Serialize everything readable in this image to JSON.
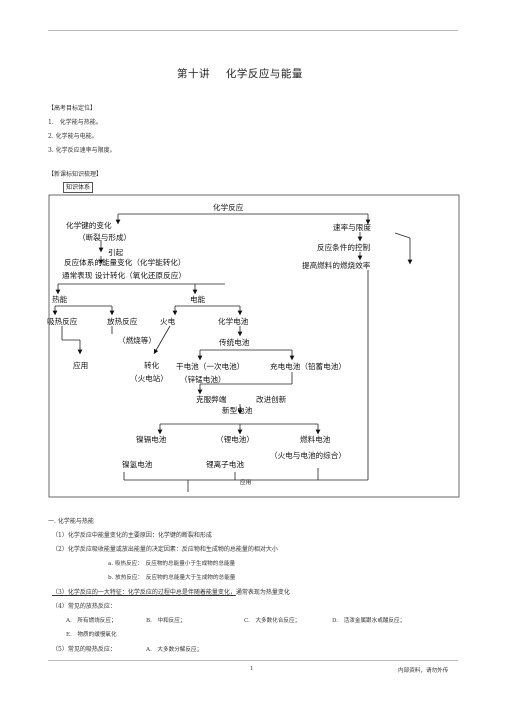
{
  "header": {
    "title_part1": "第十讲",
    "title_part2": "化学反应与能量"
  },
  "objectives": {
    "heading": "【高考目标定位】",
    "items": [
      "1.　化学能与热能。",
      "2. 化学能与电能。",
      "3. 化学反应速率与限度。"
    ]
  },
  "knowledge": {
    "heading": "【新课标知识梳理】",
    "box_label": "知识体系"
  },
  "diagram": {
    "top": "化学反应",
    "bond": "化学键的变化",
    "bond_paren": "（断裂与形成）",
    "cause": "引起",
    "energy_change": "反应体系的能量变化（化学能转化）",
    "normal": "通常表现 设计转化（氧化还原反应）",
    "rate": "速率与限度",
    "control": "反应条件的控制",
    "efficiency": "提高燃料的燃烧效率",
    "heat": "热能",
    "electric": "电能",
    "endo": "吸热反应",
    "exo": "放热反应",
    "fire": "火电",
    "chem_battery": "化学电池",
    "combustion": "（燃烧等）",
    "traditional": "传统电池",
    "application": "应用",
    "convert": "转化",
    "thermal_plant": "（火电站）",
    "dry_cell": "干电池（一次电池）",
    "zn_mn": "（锌锰电池）",
    "recharge": "充电电池（铅蓄电池）",
    "overcome": "克服弊端",
    "innovate": "改进创新",
    "new_battery": "新型电池",
    "ni_cd": "镍镉电池",
    "li": "（锂电池）",
    "fuel": "燃料电池",
    "ni_h": "镍氢电池",
    "li_ion": "锂离子电池",
    "fire_battery": "（火电与电池的综合）",
    "use": "应用"
  },
  "section1": {
    "heading": "一. 化学能与热能",
    "p1": "（1）化学反应中能量变化的主要原因：化学键的断裂和形成",
    "p2": "（2）化学反应吸收能量或放出能量的决定因素：反应物和生成物的总能量的相对大小",
    "a": "a. 吸热反应：　反应物的总能量小于生成物的总能量",
    "b": "b. 放热反应：　反应物的总能量大于生成物的总能量",
    "p3_main": "（3）化学反应的一大特征：化学反应的过程中总是伴随着能量变化，",
    "p3_tail": "通常表现为热量变化",
    "p4": "（4）常见的放热反应：",
    "p4_A": "A.　所有燃烧反应；",
    "p4_B": "B.　中和反应；",
    "p4_C": "C.　大多数化合反应；",
    "p4_D": "D.　活泼金属跟水或酸反应；",
    "p4_E": "E.　物质的缓慢氧化",
    "p5": "（5）常见的吸热反应：",
    "p5_A": "A.　大多数分解反应；"
  },
  "footer": {
    "page": "1",
    "note": "内部资料，请勿外传"
  }
}
